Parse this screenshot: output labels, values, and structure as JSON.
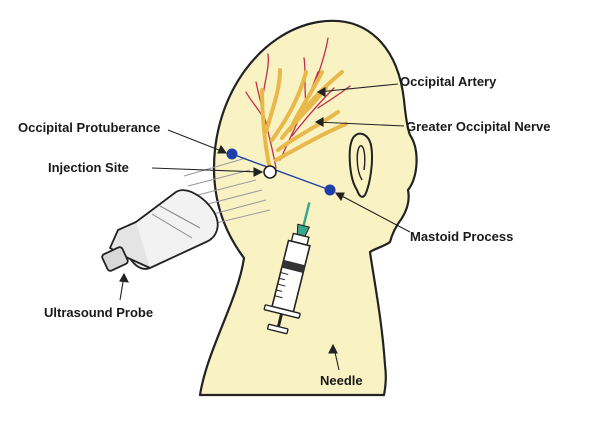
{
  "labels": {
    "occipital_artery": "Occipital Artery",
    "greater_occipital_nerve": "Greater Occipital Nerve",
    "occipital_protuberance": "Occipital Protuberance",
    "injection_site": "Injection Site",
    "mastoid_process": "Mastoid Process",
    "ultrasound_probe": "Ultrasound Probe",
    "needle": "Needle"
  },
  "colors": {
    "skin": "#f9f3c4",
    "outline": "#222222",
    "artery": "#c0304a",
    "nerve": "#e8b84a",
    "landmark_dot": "#1f3fa8",
    "line": "#1f3fa8",
    "needle_tip": "#3aa58a"
  }
}
